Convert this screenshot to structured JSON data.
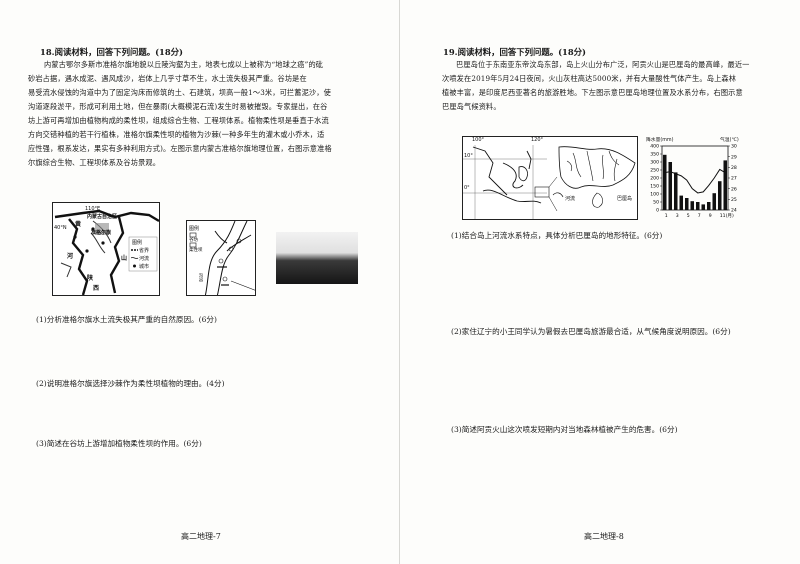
{
  "left_page": {
    "question_header": "18.阅读材料，回答下列问题。(18分)",
    "paragraph": [
      "内蒙古鄂尔多斯市准格尔旗地貌以丘陵沟壑为主，地表七成以上被称为“地球之癌”的砒",
      "砂岩占据，遇水成泥、遇风成沙，岩体上几乎寸草不生，水土流失极其严重。谷坊是在",
      "易受流水侵蚀的沟道中为了固定沟床而修筑的土、石建筑，坝高一般1～3米，可拦蓄泥沙，使",
      "沟道逐段淤平，形成可利用土地，但在暴雨(大概模泥石流)发生时易被摧毁。专家提出，在谷",
      "坊上游可再增加由植物构成的柔性坝，组成综合生物、工程坝体系。植物柔性坝是垂直于水流",
      "方向交错种植的若干行植株，准格尔旗柔性坝的植物为沙棘(一种多年生的灌木或小乔木，适",
      "应性强，根系发达，果实有多种利用方式)。左图示意内蒙古准格尔旗地理位置，右图示意准格",
      "尔旗综合生物、工程坝体系及谷坊景观。"
    ],
    "map": {
      "lon_label": "110°E",
      "lat_label": "40°N",
      "region_label": "内蒙古自治区",
      "place_label": "准格尔旗",
      "char_1": "黄",
      "char_2": "河",
      "char_3": "山",
      "char_4": "陕",
      "char_5": "西",
      "legend_title": "图例",
      "legend_boundary": "省界",
      "legend_river": "河流",
      "legend_city": "城市"
    },
    "diagram": {
      "legend_title": "图例",
      "legend_item": "谷坊",
      "legend_item2": "柔性坝",
      "side_label": "沟谷"
    },
    "sub_questions": [
      "(1)分析准格尔旗水土流失极其严重的自然原因。(6分)",
      "(2)说明准格尔旗选择沙棘作为柔性坝植物的理由。(4分)",
      "(3)简述在谷坊上游增加植物柔性坝的作用。(6分)"
    ],
    "footer": "高二地理-7"
  },
  "right_page": {
    "question_header": "19.阅读材料，回答下列问题。(18分)",
    "paragraph": [
      "巴厘岛位于东南亚东帝汶岛东部，岛上火山分布广泛，阿贡火山是巴厘岛的最高峰，最近一",
      "次喷发在2019年5月24日夜间，火山灰柱高达5000米，并有大量酸性气体产生。岛上森林",
      "植被丰富，是印度尼西亚著名的旅游胜地。下左图示意巴厘岛地理位置及水系分布，右图示意",
      "巴厘岛气候资料。"
    ],
    "map": {
      "lon1": "100°",
      "lon2": "120°",
      "lat1": "10°",
      "lat2": "0°",
      "legend_river": "河流",
      "island_label": "巴厘岛"
    },
    "climate_chart": {
      "left_axis_title": "降水量(mm)",
      "right_axis_title": "气温(℃)",
      "left_ticks": [
        "400",
        "350",
        "300",
        "250",
        "200",
        "150",
        "100",
        "50",
        "0"
      ],
      "right_ticks": [
        "30",
        "29",
        "28",
        "27",
        "26",
        "25",
        "24"
      ],
      "x_ticks": [
        "1",
        "3",
        "5",
        "7",
        "9",
        "11(月)"
      ]
    },
    "sub_questions": [
      "(1)结合岛上河流水系特点，具体分析巴厘岛的地形特征。(6分)",
      "(2)家住辽宁的小王同学认为暑假去巴厘岛旅游最合适，从气候角度说明原因。(6分)",
      "(3)简述阿贡火山这次喷发短期内对当地森林植被产生的危害。(6分)"
    ],
    "footer": "高二地理-8"
  },
  "chart_data": {
    "type": "bar",
    "categories": [
      "1",
      "2",
      "3",
      "4",
      "5",
      "6",
      "7",
      "8",
      "9",
      "10",
      "11",
      "12"
    ],
    "series": [
      {
        "name": "降水量(mm)",
        "values": [
          345,
          300,
          235,
          90,
          75,
          55,
          50,
          35,
          50,
          105,
          180,
          310
        ]
      },
      {
        "name": "气温(℃)",
        "values": [
          27.5,
          27.6,
          27.4,
          27.2,
          26.8,
          26.0,
          25.6,
          25.7,
          26.3,
          27.0,
          27.8,
          27.5
        ]
      }
    ],
    "ylim_left": [
      0,
      400
    ],
    "ylim_right": [
      24,
      30
    ],
    "xlabel": "",
    "ylabel": "降水量(mm)",
    "ylabel_right": "气温(℃)",
    "grid": false
  }
}
